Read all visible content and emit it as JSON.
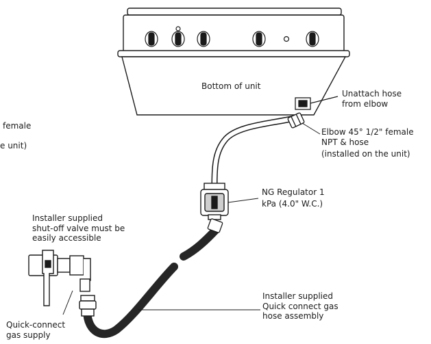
{
  "labels": {
    "bottom_of_unit": "Bottom of unit",
    "unattach_hose": [
      "Unattach hose",
      "from elbow"
    ],
    "elbow": [
      "Elbow 45° 1/2\" female",
      "NPT & hose",
      "(installed on the unit)"
    ],
    "left_cut": [
      "female",
      "e unit)"
    ],
    "regulator": [
      "NG Regulator 1",
      "kPa (4.0\" W.C.)"
    ],
    "shutoff_valve": [
      "Installer supplied",
      "shut-off valve must be",
      "easily accessible"
    ],
    "hose_assembly": [
      "Installer supplied",
      "Quick connect gas",
      "hose assembly"
    ],
    "quick_connect": [
      "Quick-connect",
      "gas supply"
    ]
  },
  "colors": {
    "line": "#1a1a1a",
    "hose": "#262626",
    "fill": "#ffffff",
    "shade": "#cfcfcf"
  }
}
